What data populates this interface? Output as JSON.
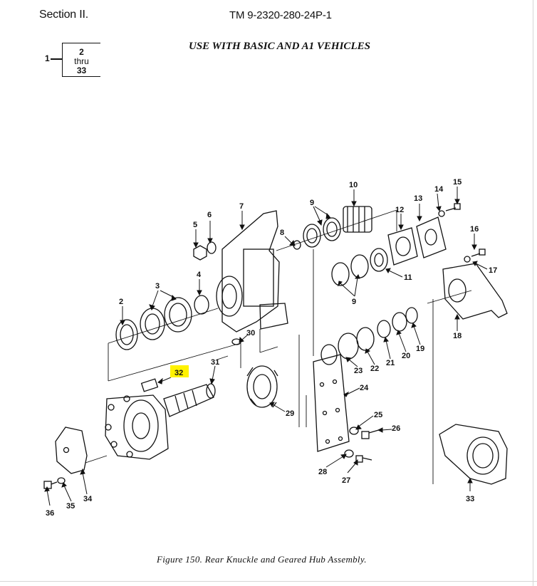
{
  "header": {
    "section": "Section II.",
    "doc_number": "TM 9-2320-280-24P-1",
    "note": "USE WITH BASIC AND A1 VEHICLES"
  },
  "callout": {
    "item": "1",
    "range_start": "2",
    "range_word": "thru",
    "range_end": "33"
  },
  "figure": {
    "caption": "Figure 150.  Rear Knuckle and Geared Hub Assembly.",
    "highlighted_item": "32",
    "highlight_color": "#fff200",
    "item_labels": [
      "2",
      "3",
      "4",
      "5",
      "6",
      "7",
      "8",
      "9",
      "9",
      "10",
      "11",
      "12",
      "13",
      "14",
      "15",
      "16",
      "17",
      "18",
      "19",
      "20",
      "21",
      "22",
      "23",
      "24",
      "25",
      "26",
      "27",
      "28",
      "29",
      "30",
      "31",
      "32",
      "33",
      "34",
      "35",
      "36"
    ]
  }
}
